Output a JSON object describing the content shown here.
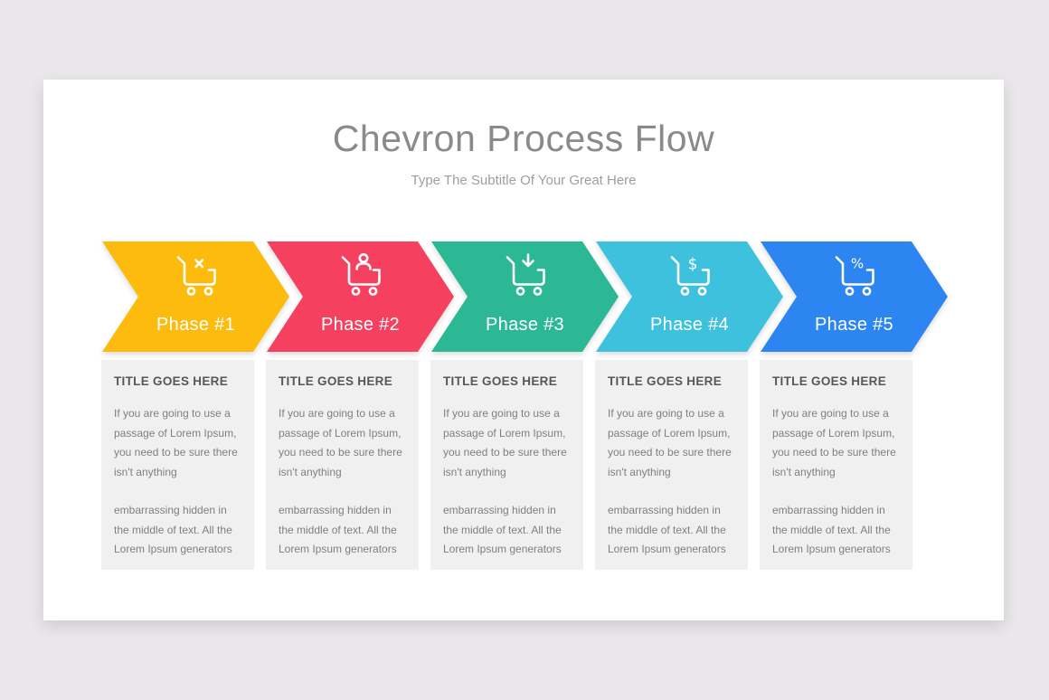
{
  "slide": {
    "title": "Chevron Process Flow",
    "subtitle": "Type The Subtitle Of Your Great Here"
  },
  "colors": {
    "phase1": "#fcbb0d",
    "phase2": "#f5415f",
    "phase3": "#2cb795",
    "phase4": "#3ec1dd",
    "phase5": "#2c85f0",
    "card_background": "#f1f0f1",
    "slide_background": "#ffffff",
    "page_background": "#e9e7e9"
  },
  "phases": [
    {
      "label": "Phase #1",
      "color": "#fcbb0d",
      "icon": "cart-x-icon"
    },
    {
      "label": "Phase #2",
      "color": "#f5415f",
      "icon": "cart-person-icon"
    },
    {
      "label": "Phase #3",
      "color": "#2cb795",
      "icon": "cart-download-icon"
    },
    {
      "label": "Phase #4",
      "color": "#3ec1dd",
      "icon": "cart-dollar-icon",
      "symbol": "$"
    },
    {
      "label": "Phase #5",
      "color": "#2c85f0",
      "icon": "cart-percent-icon",
      "symbol": "%"
    }
  ],
  "cards": [
    {
      "title": "TITLE GOES HERE",
      "paragraph1": "If you are going to use a passage of Lorem Ipsum, you need to be sure there isn't anything",
      "paragraph2": "embarrassing hidden in the middle of text. All the Lorem Ipsum generators"
    },
    {
      "title": "TITLE GOES HERE",
      "paragraph1": "If you are going to use a passage of Lorem Ipsum, you need to be sure there isn't anything",
      "paragraph2": "embarrassing hidden in the middle of text. All the Lorem Ipsum generators"
    },
    {
      "title": "TITLE GOES HERE",
      "paragraph1": "If you are going to use a passage of Lorem Ipsum, you need to be sure there isn't anything",
      "paragraph2": "embarrassing hidden in the middle of text. All the Lorem Ipsum generators"
    },
    {
      "title": "TITLE GOES HERE",
      "paragraph1": "If you are going to use a passage of Lorem Ipsum, you need to be sure there isn't anything",
      "paragraph2": "embarrassing hidden in the middle of text. All the Lorem Ipsum generators"
    },
    {
      "title": "TITLE GOES HERE",
      "paragraph1": "If you are going to use a passage of Lorem Ipsum, you need to be sure there isn't anything",
      "paragraph2": "embarrassing hidden in the middle of text. All the Lorem Ipsum generators"
    }
  ]
}
